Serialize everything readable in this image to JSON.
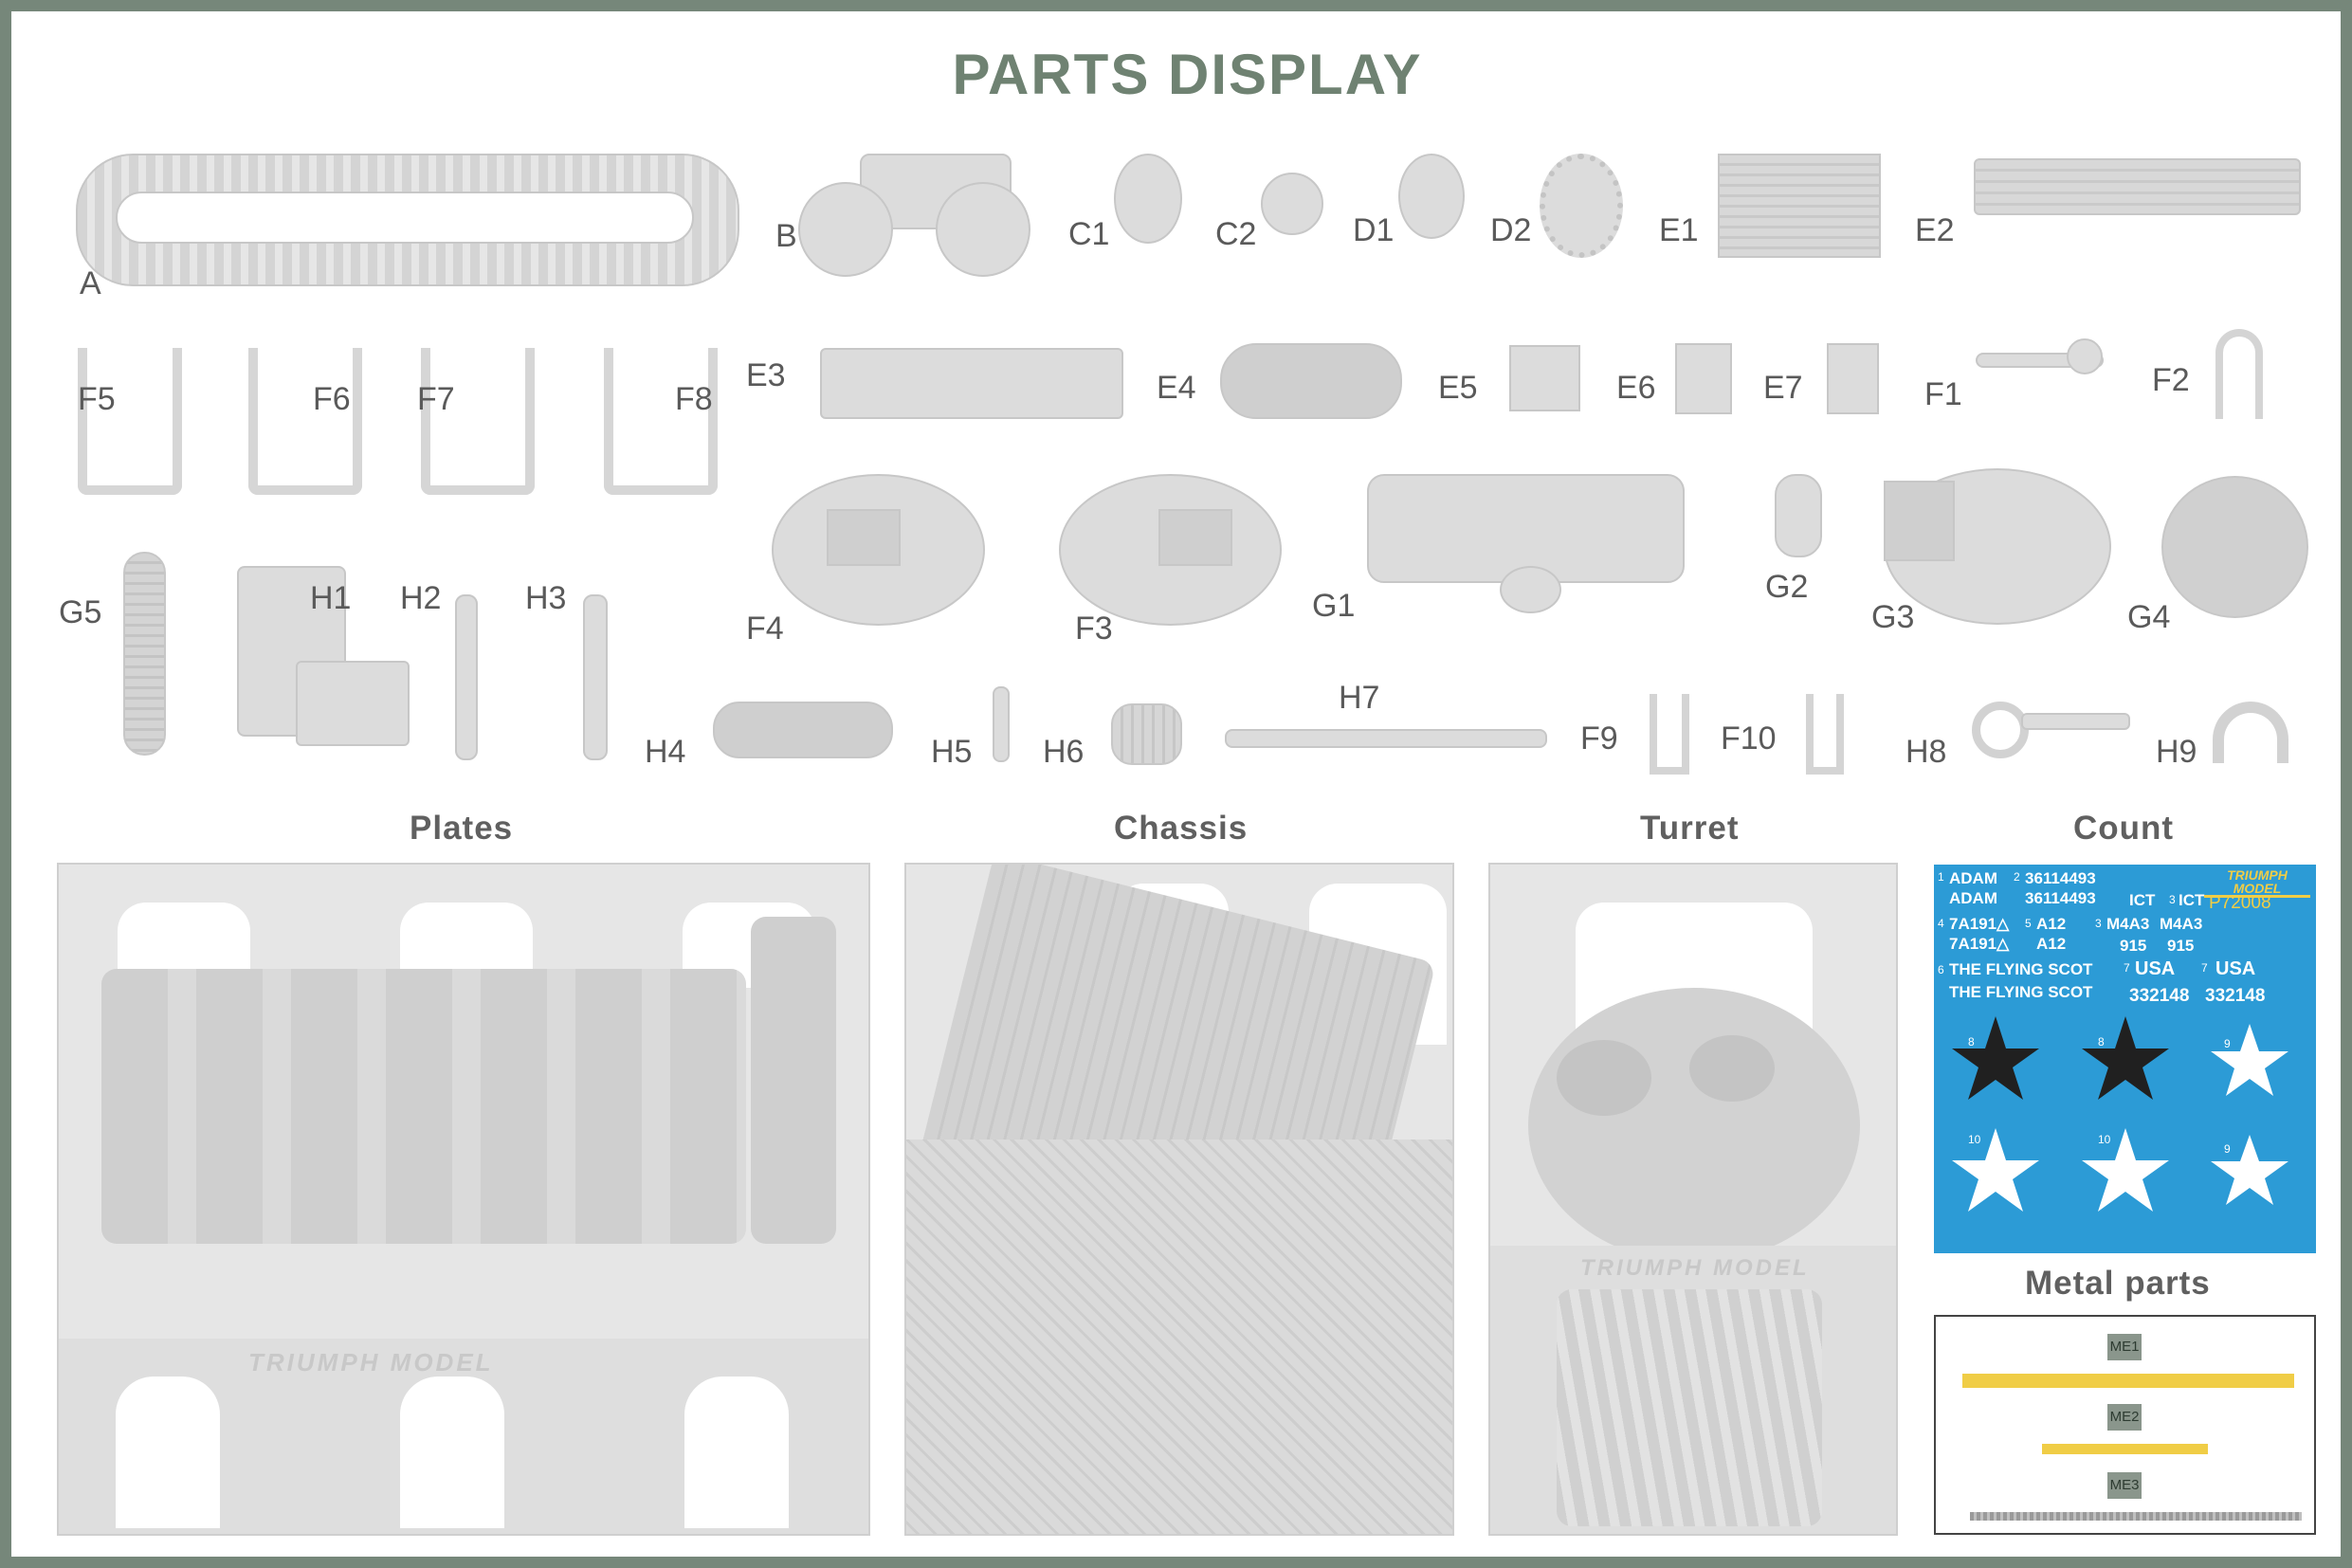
{
  "title": "PARTS DISPLAY",
  "parts": {
    "A": "A",
    "B": "B",
    "C1": "C1",
    "C2": "C2",
    "D1": "D1",
    "D2": "D2",
    "E1": "E1",
    "E2": "E2",
    "E3": "E3",
    "E4": "E4",
    "E5": "E5",
    "E6": "E6",
    "E7": "E7",
    "F1": "F1",
    "F2": "F2",
    "F3": "F3",
    "F4": "F4",
    "F5": "F5",
    "F6": "F6",
    "F7": "F7",
    "F8": "F8",
    "F9": "F9",
    "F10": "F10",
    "G1": "G1",
    "G2": "G2",
    "G3": "G3",
    "G4": "G4",
    "G5": "G5",
    "H1": "H1",
    "H2": "H2",
    "H3": "H3",
    "H4": "H4",
    "H5": "H5",
    "H6": "H6",
    "H7": "H7",
    "H8": "H8",
    "H9": "H9"
  },
  "sections": {
    "plates": "Plates",
    "chassis": "Chassis",
    "turret": "Turret",
    "count": "Count",
    "metal_parts": "Metal parts"
  },
  "decal": {
    "brand": "TRIUMPH MODEL",
    "code": "P72008",
    "n1": "1",
    "adam1": "ADAM",
    "adam2": "ADAM",
    "n2": "2",
    "serial1": "36114493",
    "serial2": "36114493",
    "n3": "3",
    "ict1": "ICT",
    "ict2": "ICT",
    "n4": "4",
    "tri1": "7A191△",
    "tri2": "7A191△",
    "n5": "5",
    "a1": "A12",
    "a2": "A12",
    "n3b": "3",
    "m1": "M4A3",
    "m2": "M4A3",
    "n915a": "915",
    "n915b": "915",
    "n6": "6",
    "scot1": "THE FLYING SCOT",
    "scot2": "THE FLYING SCOT",
    "n7a": "7",
    "usa1": "USA",
    "n7b": "7",
    "usa2": "USA",
    "num1": "332148",
    "num2": "332148",
    "n8a": "8",
    "n8b": "8",
    "n9a": "9",
    "n10a": "10",
    "n10b": "10",
    "n9b": "9"
  },
  "metal": {
    "me1": "ME1",
    "me2": "ME2",
    "me3": "ME3"
  },
  "panel_logo": "TRIUMPH MODEL",
  "colors": {
    "frame": "#76877a",
    "title": "#6f8272",
    "part_gray": "#dcdcdc",
    "decal_blue": "#2c9bd6",
    "metal_yellow": "#f0cd46"
  }
}
